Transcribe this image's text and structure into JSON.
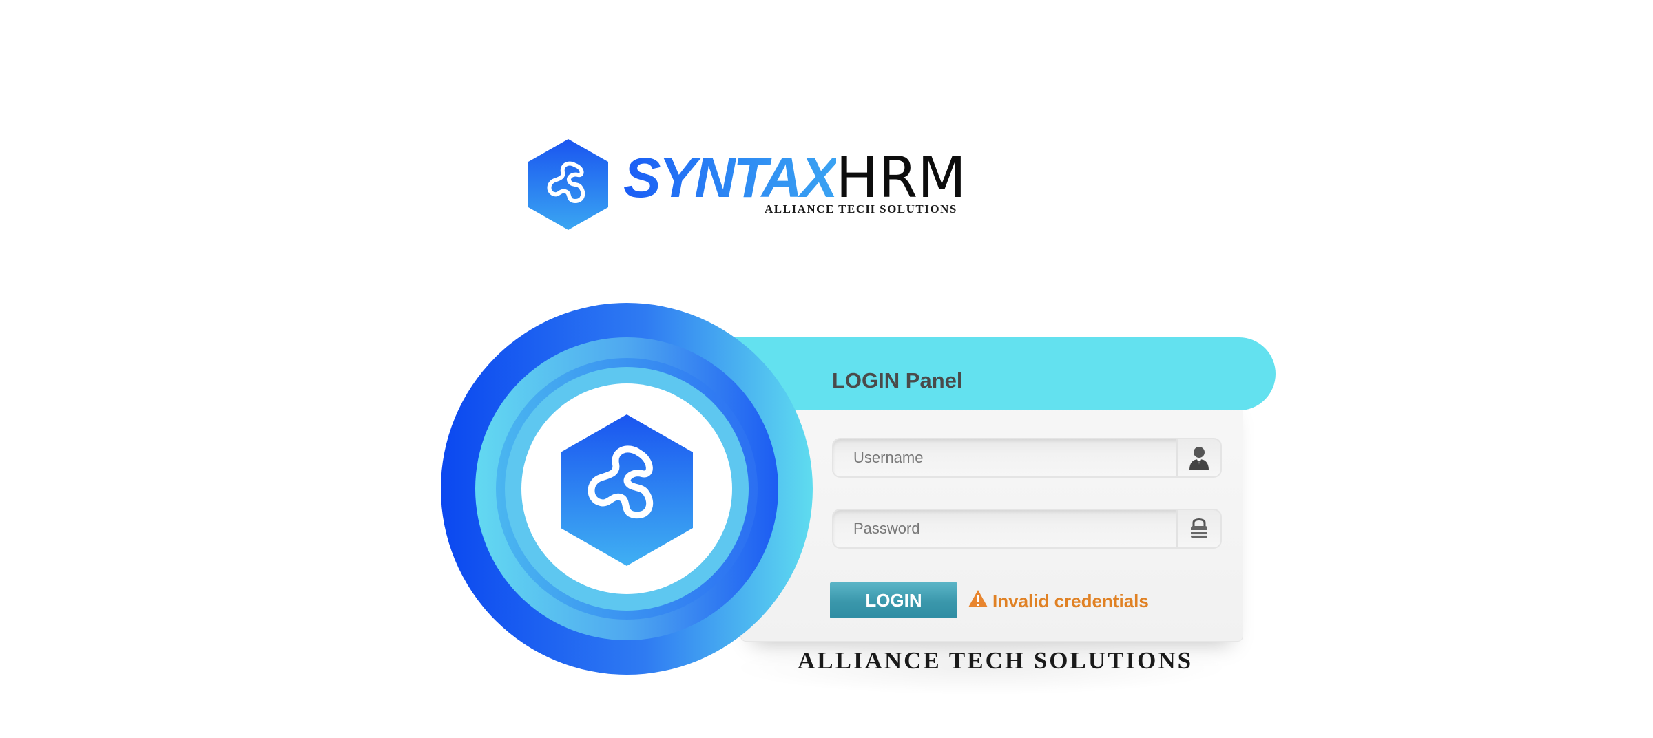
{
  "logo": {
    "brand_syntax": "SYNTAX",
    "brand_hrm": "HRM",
    "tagline": "ALLIANCE TECH SOLUTIONS"
  },
  "login_panel": {
    "title": "LOGIN Panel",
    "username": {
      "placeholder": "Username",
      "value": "",
      "icon": "user-icon"
    },
    "password": {
      "placeholder": "Password",
      "value": "",
      "icon": "lock-icon"
    },
    "login_label": "LOGIN",
    "error": {
      "icon": "warning-icon",
      "message": "Invalid credentials"
    }
  },
  "footer": {
    "tagline": "ALLIANCE TECH SOLUTIONS"
  },
  "colors": {
    "header_band": "#63e1ef",
    "login_button": "#3a97ab",
    "error_text": "#e08124",
    "brand_blue": "#1a5cf5"
  }
}
